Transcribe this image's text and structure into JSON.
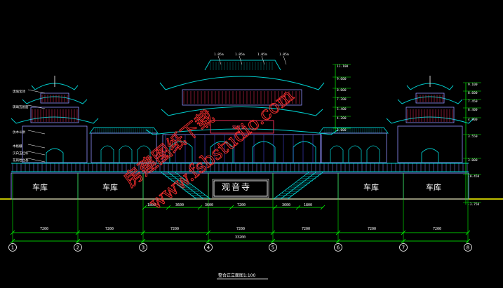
{
  "drawing": {
    "title": "整合正立面图1:100",
    "sign_main": "观音寺",
    "sign_small": "观音寺",
    "garage_labels": [
      "车库",
      "车库",
      "车库",
      "车库"
    ],
    "watermark_cn": "房建图纸下载",
    "watermark_url": "www.fsbstudio.com",
    "overall_dimension": "33200",
    "span_dimensions": [
      "7200",
      "7200",
      "7200",
      "7200",
      "7200",
      "7200",
      "7200"
    ],
    "sub_dimensions": [
      "1800",
      "3600",
      "3600",
      "7200",
      "3600",
      "1800"
    ],
    "axis_labels": [
      "1",
      "2",
      "3",
      "4",
      "5",
      "6",
      "7",
      "8"
    ],
    "elevations_center": [
      "11.100",
      "9.600",
      "8.000",
      "7.200",
      "5.400",
      "4.200",
      "3.000"
    ],
    "elevations_right": [
      "9.100",
      "8.600",
      "7.450",
      "6.400",
      "4.900",
      "3.550",
      "3.000",
      "-0.450",
      "-3.750"
    ],
    "top_tags": [
      "1.05m",
      "1.05m",
      "1.05m",
      "1.05m"
    ],
    "left_notes": [
      "琉璃宝顶",
      "琉璃瓦屋面",
      "仿木斗拱",
      "木格栅",
      "汉白玉栏杆",
      "花岗岩台基"
    ],
    "colors": {
      "background": "#000000",
      "roof": "#00c8c8",
      "wall": "#9090ff",
      "stair": "#00e0e0",
      "dimension": "#00ff00",
      "baseline": "#ffff00",
      "watermark": "#ff3030",
      "wood": "#ff3060"
    }
  }
}
